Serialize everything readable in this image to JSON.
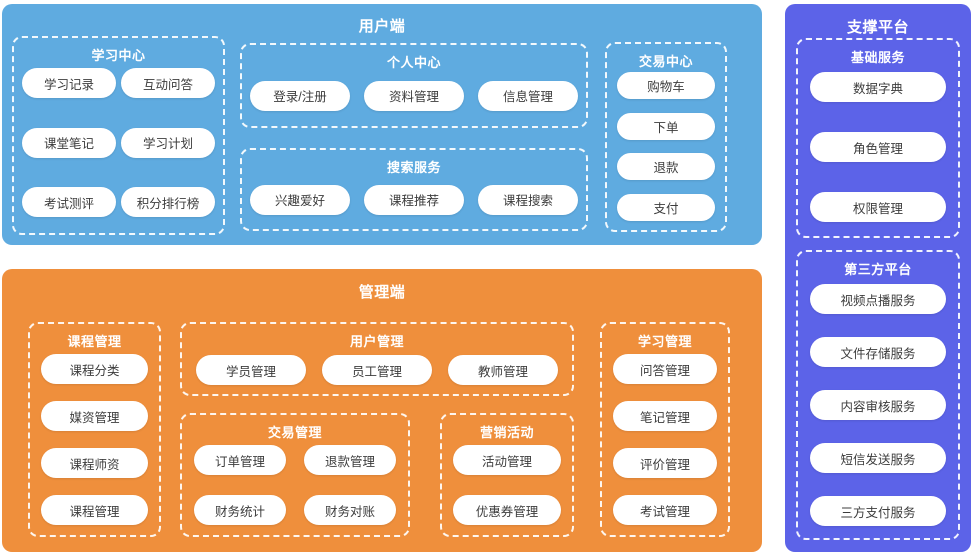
{
  "colors": {
    "user_panel": "#5FABE0",
    "admin_panel": "#EF8F3C",
    "support_panel": "#5C63E8",
    "pill_bg": "#FFFFFF",
    "pill_text": "#3C3C3C",
    "group_border": "#FFFFFF"
  },
  "panels": {
    "user": {
      "title": "用户端",
      "groups": {
        "study_center": {
          "title": "学习中心",
          "items": [
            "学习记录",
            "互动问答",
            "课堂笔记",
            "学习计划",
            "考试测评",
            "积分排行榜"
          ]
        },
        "personal_center": {
          "title": "个人中心",
          "items": [
            "登录/注册",
            "资料管理",
            "信息管理"
          ]
        },
        "search_service": {
          "title": "搜索服务",
          "items": [
            "兴趣爱好",
            "课程推荐",
            "课程搜索"
          ]
        },
        "trade_center": {
          "title": "交易中心",
          "items": [
            "购物车",
            "下单",
            "退款",
            "支付"
          ]
        }
      }
    },
    "admin": {
      "title": "管理端",
      "groups": {
        "course_mgmt": {
          "title": "课程管理",
          "items": [
            "课程分类",
            "媒资管理",
            "课程师资",
            "课程管理"
          ]
        },
        "user_mgmt": {
          "title": "用户管理",
          "items": [
            "学员管理",
            "员工管理",
            "教师管理"
          ]
        },
        "trade_mgmt": {
          "title": "交易管理",
          "items": [
            "订单管理",
            "退款管理",
            "财务统计",
            "财务对账"
          ]
        },
        "marketing": {
          "title": "营销活动",
          "items": [
            "活动管理",
            "优惠券管理"
          ]
        },
        "learning_mgmt": {
          "title": "学习管理",
          "items": [
            "问答管理",
            "笔记管理",
            "评价管理",
            "考试管理"
          ]
        }
      }
    },
    "support": {
      "title": "支撑平台",
      "groups": {
        "basic_service": {
          "title": "基础服务",
          "items": [
            "数据字典",
            "角色管理",
            "权限管理"
          ]
        },
        "third_party": {
          "title": "第三方平台",
          "items": [
            "视频点播服务",
            "文件存储服务",
            "内容审核服务",
            "短信发送服务",
            "三方支付服务"
          ]
        }
      }
    }
  }
}
